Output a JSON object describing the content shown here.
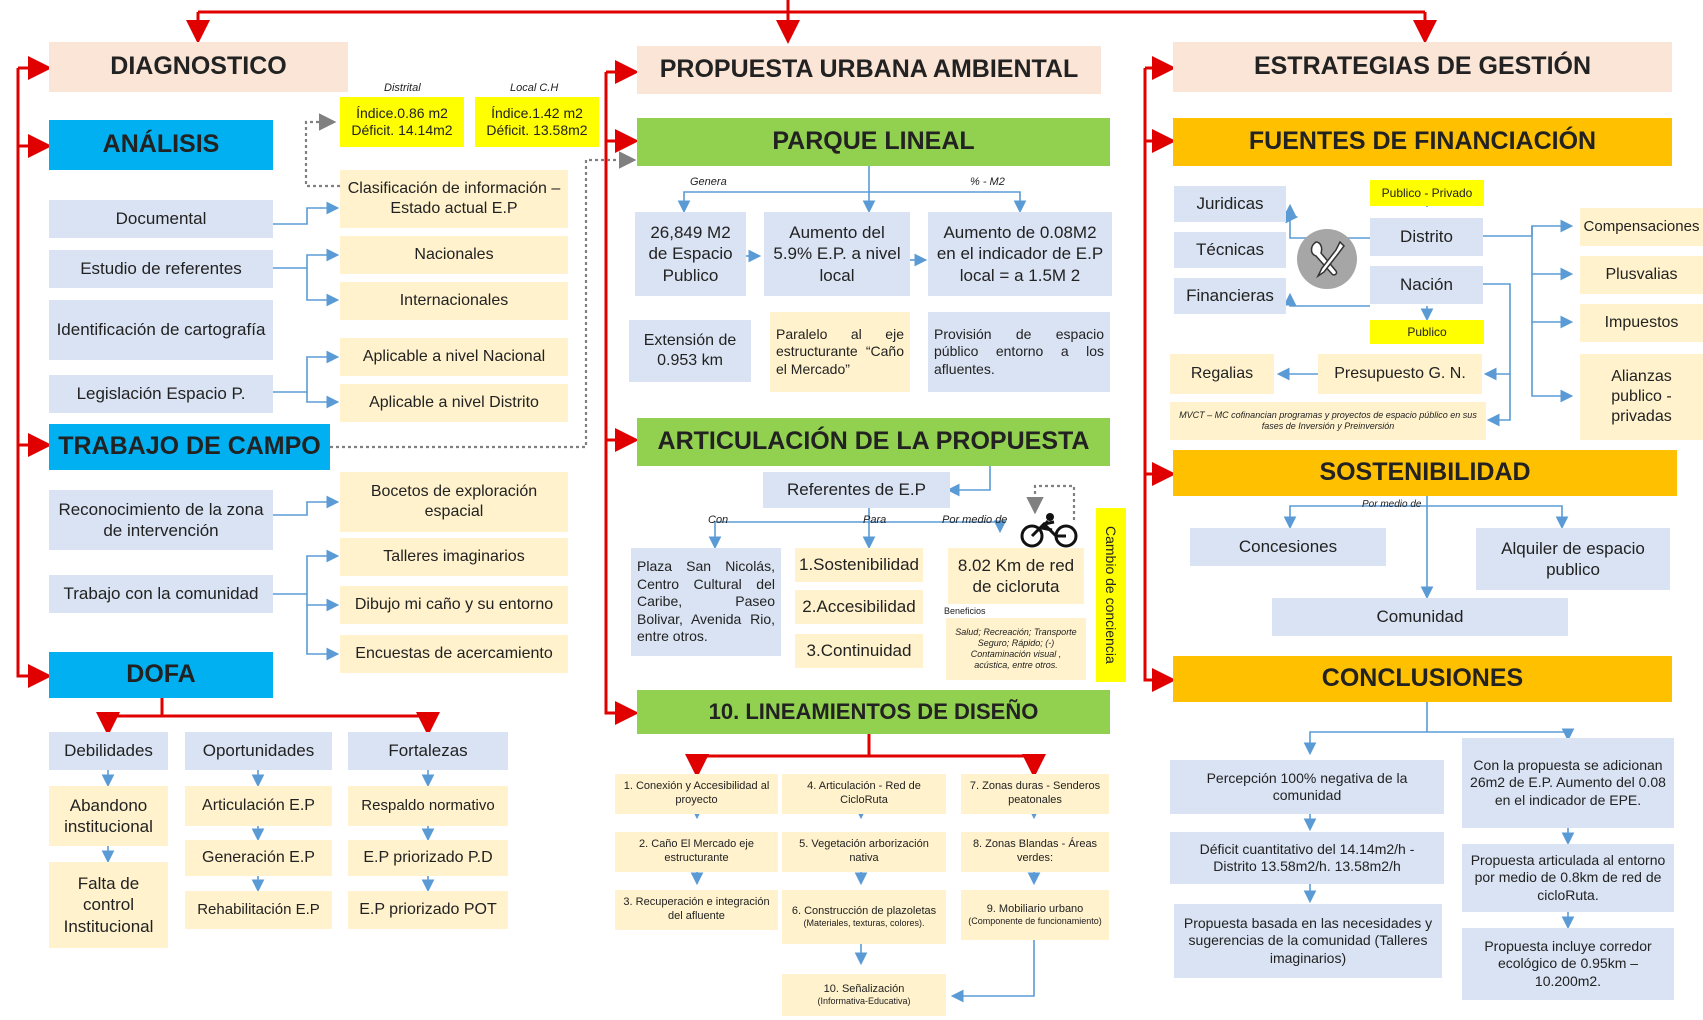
{
  "colors": {
    "red": "#e00000",
    "blue": "#5b9bd5",
    "gray": "#808080",
    "green": "#92d050",
    "cyan": "#00b0f0",
    "orange": "#ffc000",
    "yellow": "#ffff00",
    "light_blue": "#dae3f3",
    "light_yellow": "#fff2cc",
    "pink": "#fbe5d6"
  },
  "icons": {
    "tools": "wrench-screwdriver-icon",
    "bike": "bicycle-icon"
  },
  "diagnostico": {
    "title": "DIAGNOSTICO",
    "analisis": "ANÁLISIS",
    "distrital_label": "Distrital",
    "distrital_text": "Índice.0.86 m2\nDéficit. 14.14m2",
    "local_label": "Local C.H",
    "local_text": "Índice.1.42 m2\nDéficit. 13.58m2",
    "documental": "Documental",
    "clasificacion": "Clasificación de información – Estado actual E.P",
    "estudio": "Estudio de referentes",
    "nacionales": "Nacionales",
    "internacionales": "Internacionales",
    "identificacion": "Identificación de cartografía",
    "legislacion": "Legislación Espacio P.",
    "aplic_nacional": "Aplicable a nivel Nacional",
    "aplic_distrito": "Aplicable a nivel Distrito",
    "trabajo_campo": "TRABAJO DE CAMPO",
    "reconocimiento": "Reconocimiento de la zona de intervención",
    "bocetos": "Bocetos de exploración espacial",
    "trabajo_comunidad": "Trabajo con la comunidad",
    "talleres": "Talleres imaginarios",
    "dibujo": "Dibujo mi caño y su entorno",
    "encuestas": "Encuestas de acercamiento",
    "dofa": "DOFA",
    "debilidades": "Debilidades",
    "oportunidades": "Oportunidades",
    "fortalezas": "Fortalezas",
    "abandono": "Abandono institucional",
    "falta": "Falta de control Institucional",
    "articulacion_ep": "Articulación E.P",
    "generacion_ep": "Generación E.P",
    "rehabilitacion_ep": "Rehabilitación E.P",
    "respaldo": "Respaldo normativo",
    "ep_pd": "E.P priorizado P.D",
    "ep_pot": "E.P priorizado POT"
  },
  "propuesta": {
    "title": "PROPUESTA URBANA AMBIENTAL",
    "parque": "PARQUE LINEAL",
    "genera": "Genera",
    "pct_m2": "% - M2",
    "espacio": "26,849 M2 de Espacio Publico",
    "aumento": "Aumento del 5.9% E.P. a nivel local",
    "aumento2": "Aumento de 0.08M2 en el indicador de E.P local = a 1.5M 2",
    "extension": "Extensión de 0.953 km",
    "paralelo": "Paralelo al eje estructurante “Caño el Mercado”",
    "provision": "Provisión de espacio público entorno a los afluentes.",
    "articulacion": "ARTICULACIÓN DE LA PROPUESTA",
    "referentes": "Referentes de E.P",
    "con": "Con",
    "para": "Para",
    "por_medio": "Por medio de",
    "plaza": "Plaza San Nicolás, Centro Cultural del Caribe, Paseo Bolivar, Avenida Rio, entre otros.",
    "sost": "1.Sostenibilidad",
    "acces": "2.Accesibilidad",
    "cont": "3.Continuidad",
    "ciclo": "8.02 Km de red de cicloruta",
    "beneficios": "Beneficios",
    "beneficios_text": "Salud; Recreación; Transporte Seguro; Rápido; (-) Contaminación visual , acústica, entre otros.",
    "cambio": "Cambio de conciencia",
    "lineamientos": "10. LINEAMIENTOS DE DISEÑO",
    "l1": "1. Conexión y Accesibilidad al proyecto",
    "l2": "2. Caño El Mercado eje estructurante",
    "l3": "3. Recuperación e integración del afluente",
    "l4": "4. Articulación - Red de CicloRuta",
    "l5": "5. Vegetación arborización nativa",
    "l6": "6. Construcción de plazoletas",
    "l6_sub": "(Materiales, texturas, colores).",
    "l7": "7. Zonas duras - Senderos peatonales",
    "l8": "8. Zonas Blandas - Áreas verdes:",
    "l9": "9. Mobiliario urbano",
    "l9_sub": "(Componente de funcionamiento)",
    "l10": "10. Señalización",
    "l10_sub": "(Informativa-Educativa)"
  },
  "estrategias": {
    "title": "ESTRATEGIAS DE GESTIÓN",
    "fuentes": "FUENTES DE FINANCIACIÓN",
    "juridicas": "Juridicas",
    "tecnicas": "Técnicas",
    "financieras": "Financieras",
    "publico_privado": "Publico - Privado",
    "distrito": "Distrito",
    "nacion": "Nación",
    "publico": "Publico",
    "compensaciones": "Compensaciones",
    "plusvalias": "Plusvalias",
    "impuestos": "Impuestos",
    "alianzas": "Alianzas publico - privadas",
    "regalias": "Regalias",
    "presupuesto": "Presupuesto G. N.",
    "mvct": "MVCT – MC cofinancian programas y proyectos de espacio público en sus fases de Inversión y Preinversión",
    "sostenibilidad": "SOSTENIBILIDAD",
    "por_medio_de": "Por medio de",
    "concesiones": "Concesiones",
    "alquiler": "Alquiler de espacio publico",
    "comunidad": "Comunidad",
    "conclusiones": "CONCLUSIONES",
    "percepcion": "Percepción 100% negativa de la comunidad",
    "deficit": "Déficit cuantitativo del 14.14m2/h - Distrito 13.58m2/h. 13.58m2/h",
    "basada": "Propuesta basada en las necesidades y sugerencias de la comunidad (Talleres imaginarios)",
    "adicionan": "Con la propuesta se adicionan 26m2 de E.P. Aumento del 0.08 en el indicador de EPE.",
    "articulada": "Propuesta articulada al entorno por medio de 0.8km de red de cicloRuta.",
    "corredor": "Propuesta incluye corredor ecológico de 0.95km – 10.200m2."
  }
}
